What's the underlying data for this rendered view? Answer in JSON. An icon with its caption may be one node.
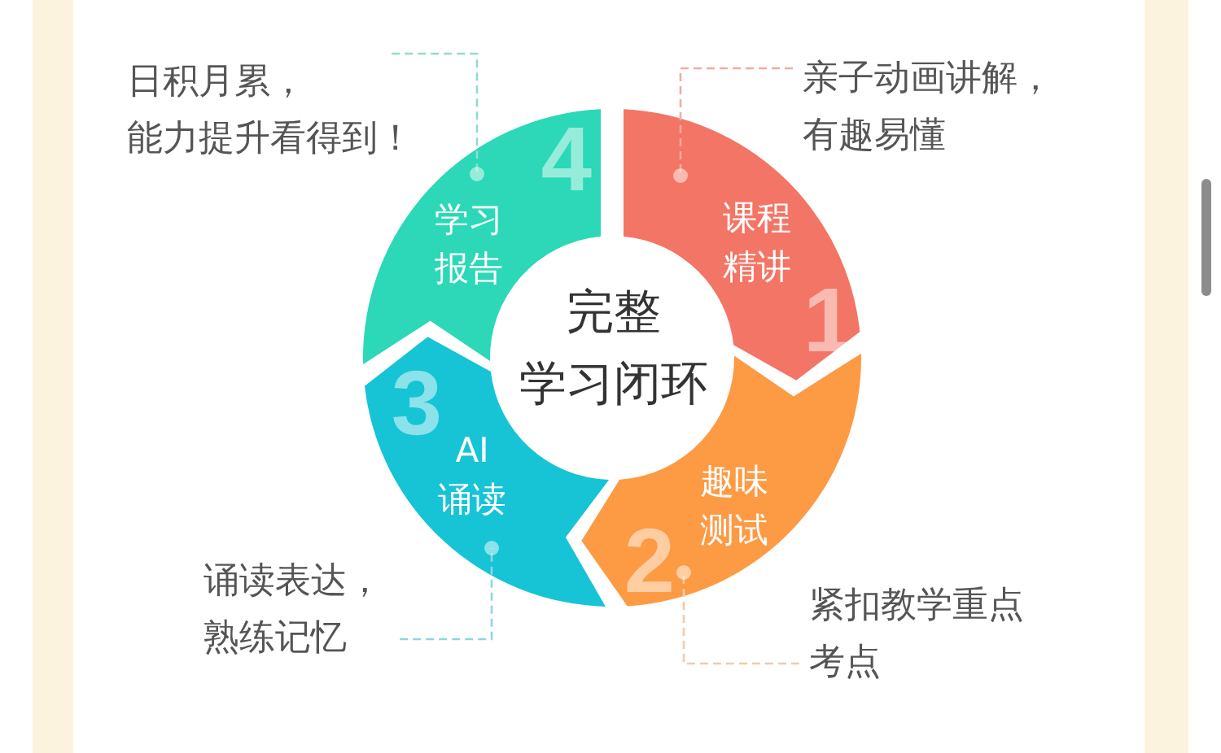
{
  "diagram": {
    "nodes": [
      {
        "text": [
          "日积月累，能力提升看得到！"
        ]
      },
      {
        "text": [
          "亲子动画讲解，有趣易懂"
        ]
      },
      {
        "text": [
          "4",
          "学习报告"
        ]
      },
      {
        "text": [
          "课程精讲",
          "1"
        ]
      },
      {
        "text": [
          "3",
          "AI 诵读"
        ]
      },
      {
        "text": [
          "趣味测试",
          "2"
        ]
      },
      {
        "text": [
          "诵读表达，熟练记忆"
        ]
      },
      {
        "text": [
          "紧扣教学重点考点"
        ]
      }
    ],
    "edges": [
      {
        "from": 0,
        "to": 2,
        "arrow": "other",
        "style": "dashed",
        "color": "#8fdccf"
      },
      {
        "from": 1,
        "to": 3,
        "arrow": "other",
        "style": "dashed",
        "color": "#f2aaa0"
      },
      {
        "from": 6,
        "to": 4,
        "arrow": "other",
        "style": "dashed",
        "color": "#8dd6e0"
      },
      {
        "from": 7,
        "to": 5,
        "arrow": "other",
        "style": "dashed",
        "color": "#f5c9a6"
      }
    ],
    "labels": [
      "完整学习闭环"
    ]
  }
}
